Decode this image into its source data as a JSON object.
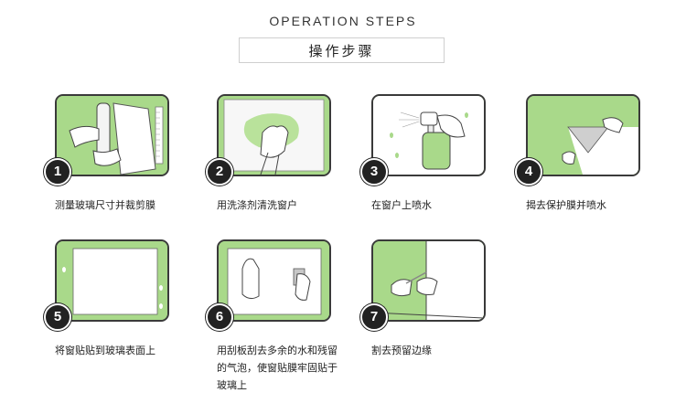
{
  "header": {
    "english_title": "OPERATION STEPS",
    "chinese_title": "操作步骤"
  },
  "steps": [
    {
      "number": "1",
      "caption": "测量玻璃尺寸并裁剪膜"
    },
    {
      "number": "2",
      "caption": "用洗涤剂清洗窗户"
    },
    {
      "number": "3",
      "caption": "在窗户上喷水"
    },
    {
      "number": "4",
      "caption": "揭去保护膜并喷水"
    },
    {
      "number": "5",
      "caption": "将窗贴贴到玻璃表面上"
    },
    {
      "number": "6",
      "caption": "用刮板刮去多余的水和残留的气泡，使窗贴膜牢固贴于玻璃上"
    },
    {
      "number": "7",
      "caption": "割去预留边缘"
    }
  ],
  "colors": {
    "card_green": "#a9d98a",
    "frame": "#3a3a3a",
    "badge": "#222222"
  }
}
